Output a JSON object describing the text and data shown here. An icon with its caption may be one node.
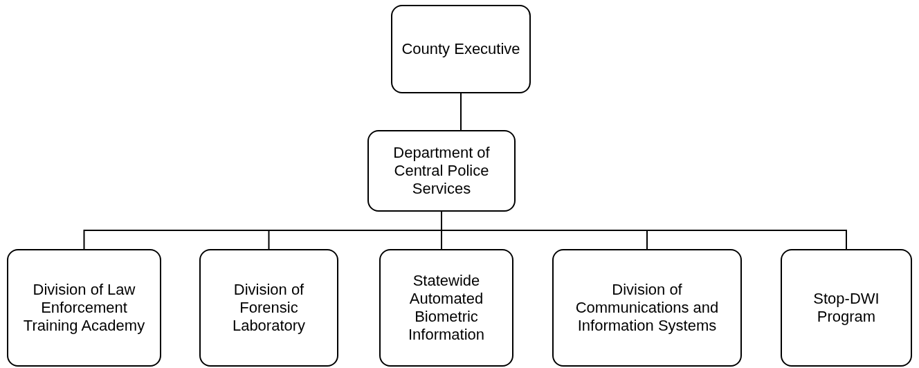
{
  "diagram": {
    "nodes": [
      {
        "text": [
          "County Executive"
        ]
      },
      {
        "text": [
          "Department of Central Police Services"
        ]
      },
      {
        "text": [
          "Division of Law Enforcement Training Academy"
        ]
      },
      {
        "text": [
          "Division of Forensic Laboratory"
        ]
      },
      {
        "text": [
          "Statewide Automated Biometric Information"
        ]
      },
      {
        "text": [
          "Division of Communications and Information Systems"
        ]
      },
      {
        "text": [
          "Stop-DWI Program"
        ]
      }
    ],
    "edges": [
      {
        "from": 0,
        "to": 1,
        "arrow": "none"
      },
      {
        "from": 1,
        "to": 2,
        "arrow": "none"
      },
      {
        "from": 1,
        "to": 3,
        "arrow": "none"
      },
      {
        "from": 1,
        "to": 4,
        "arrow": "none"
      },
      {
        "from": 1,
        "to": 5,
        "arrow": "none"
      },
      {
        "from": 1,
        "to": 6,
        "arrow": "none"
      }
    ]
  }
}
